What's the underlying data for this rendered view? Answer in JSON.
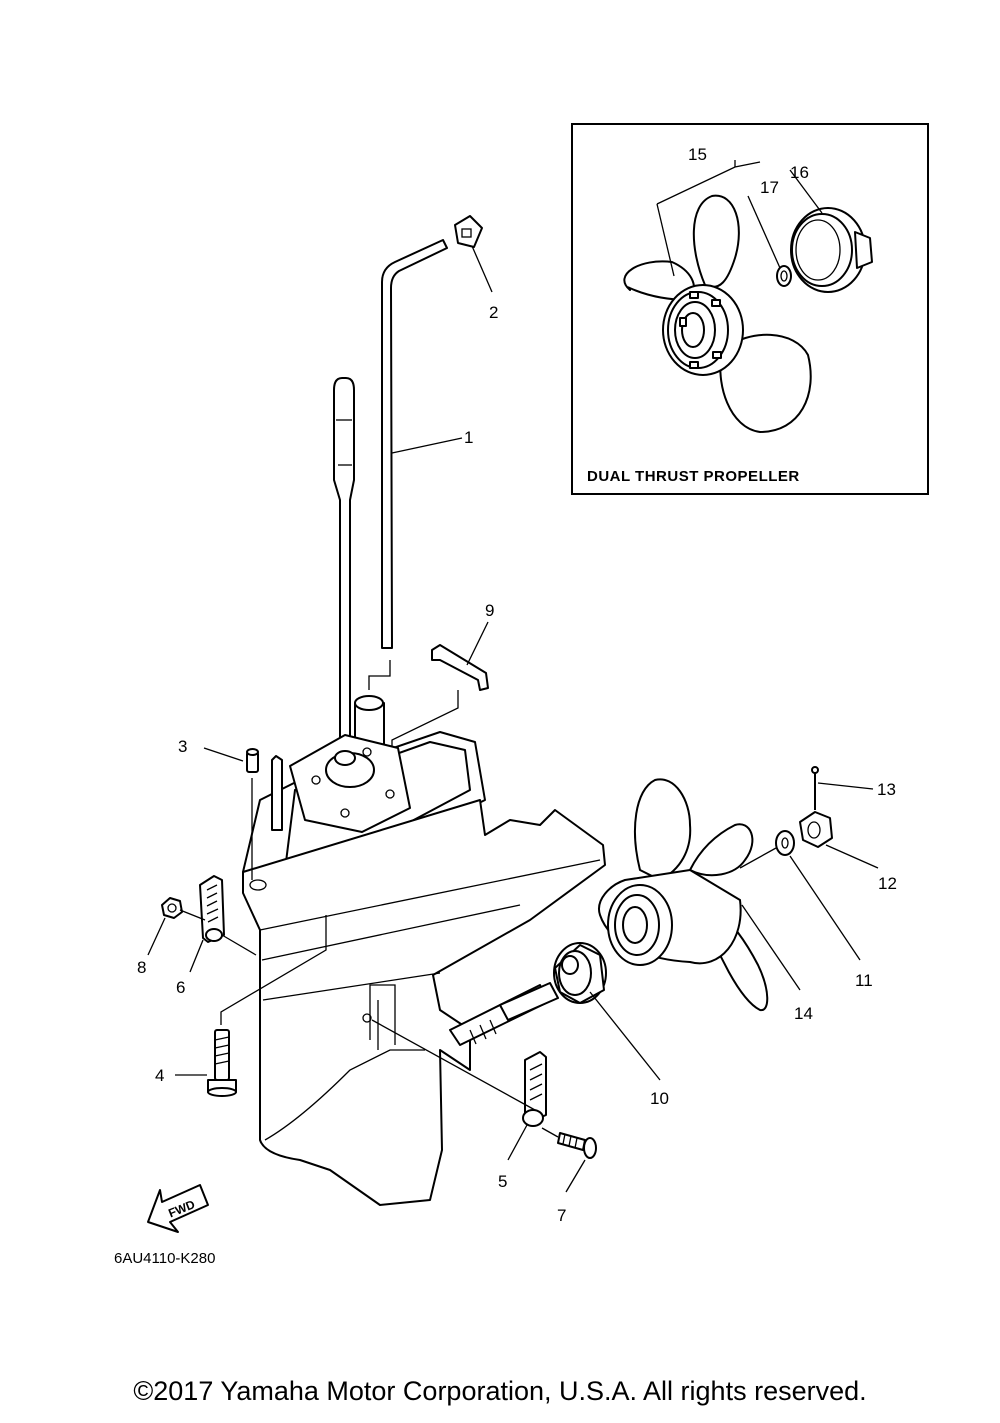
{
  "inset": {
    "title": "DUAL THRUST PROPELLER"
  },
  "labels": {
    "p1": "1",
    "p2": "2",
    "p3": "3",
    "p4": "4",
    "p5": "5",
    "p6": "6",
    "p7": "7",
    "p8": "8",
    "p9": "9",
    "p10": "10",
    "p11": "11",
    "p12": "12",
    "p13": "13",
    "p14": "14",
    "p15": "15",
    "p16": "16",
    "p17": "17"
  },
  "fwd_label": "FWD",
  "diagram_code": "6AU4110-K280",
  "copyright": "©2017 Yamaha Motor Corporation, U.S.A. All rights reserved."
}
